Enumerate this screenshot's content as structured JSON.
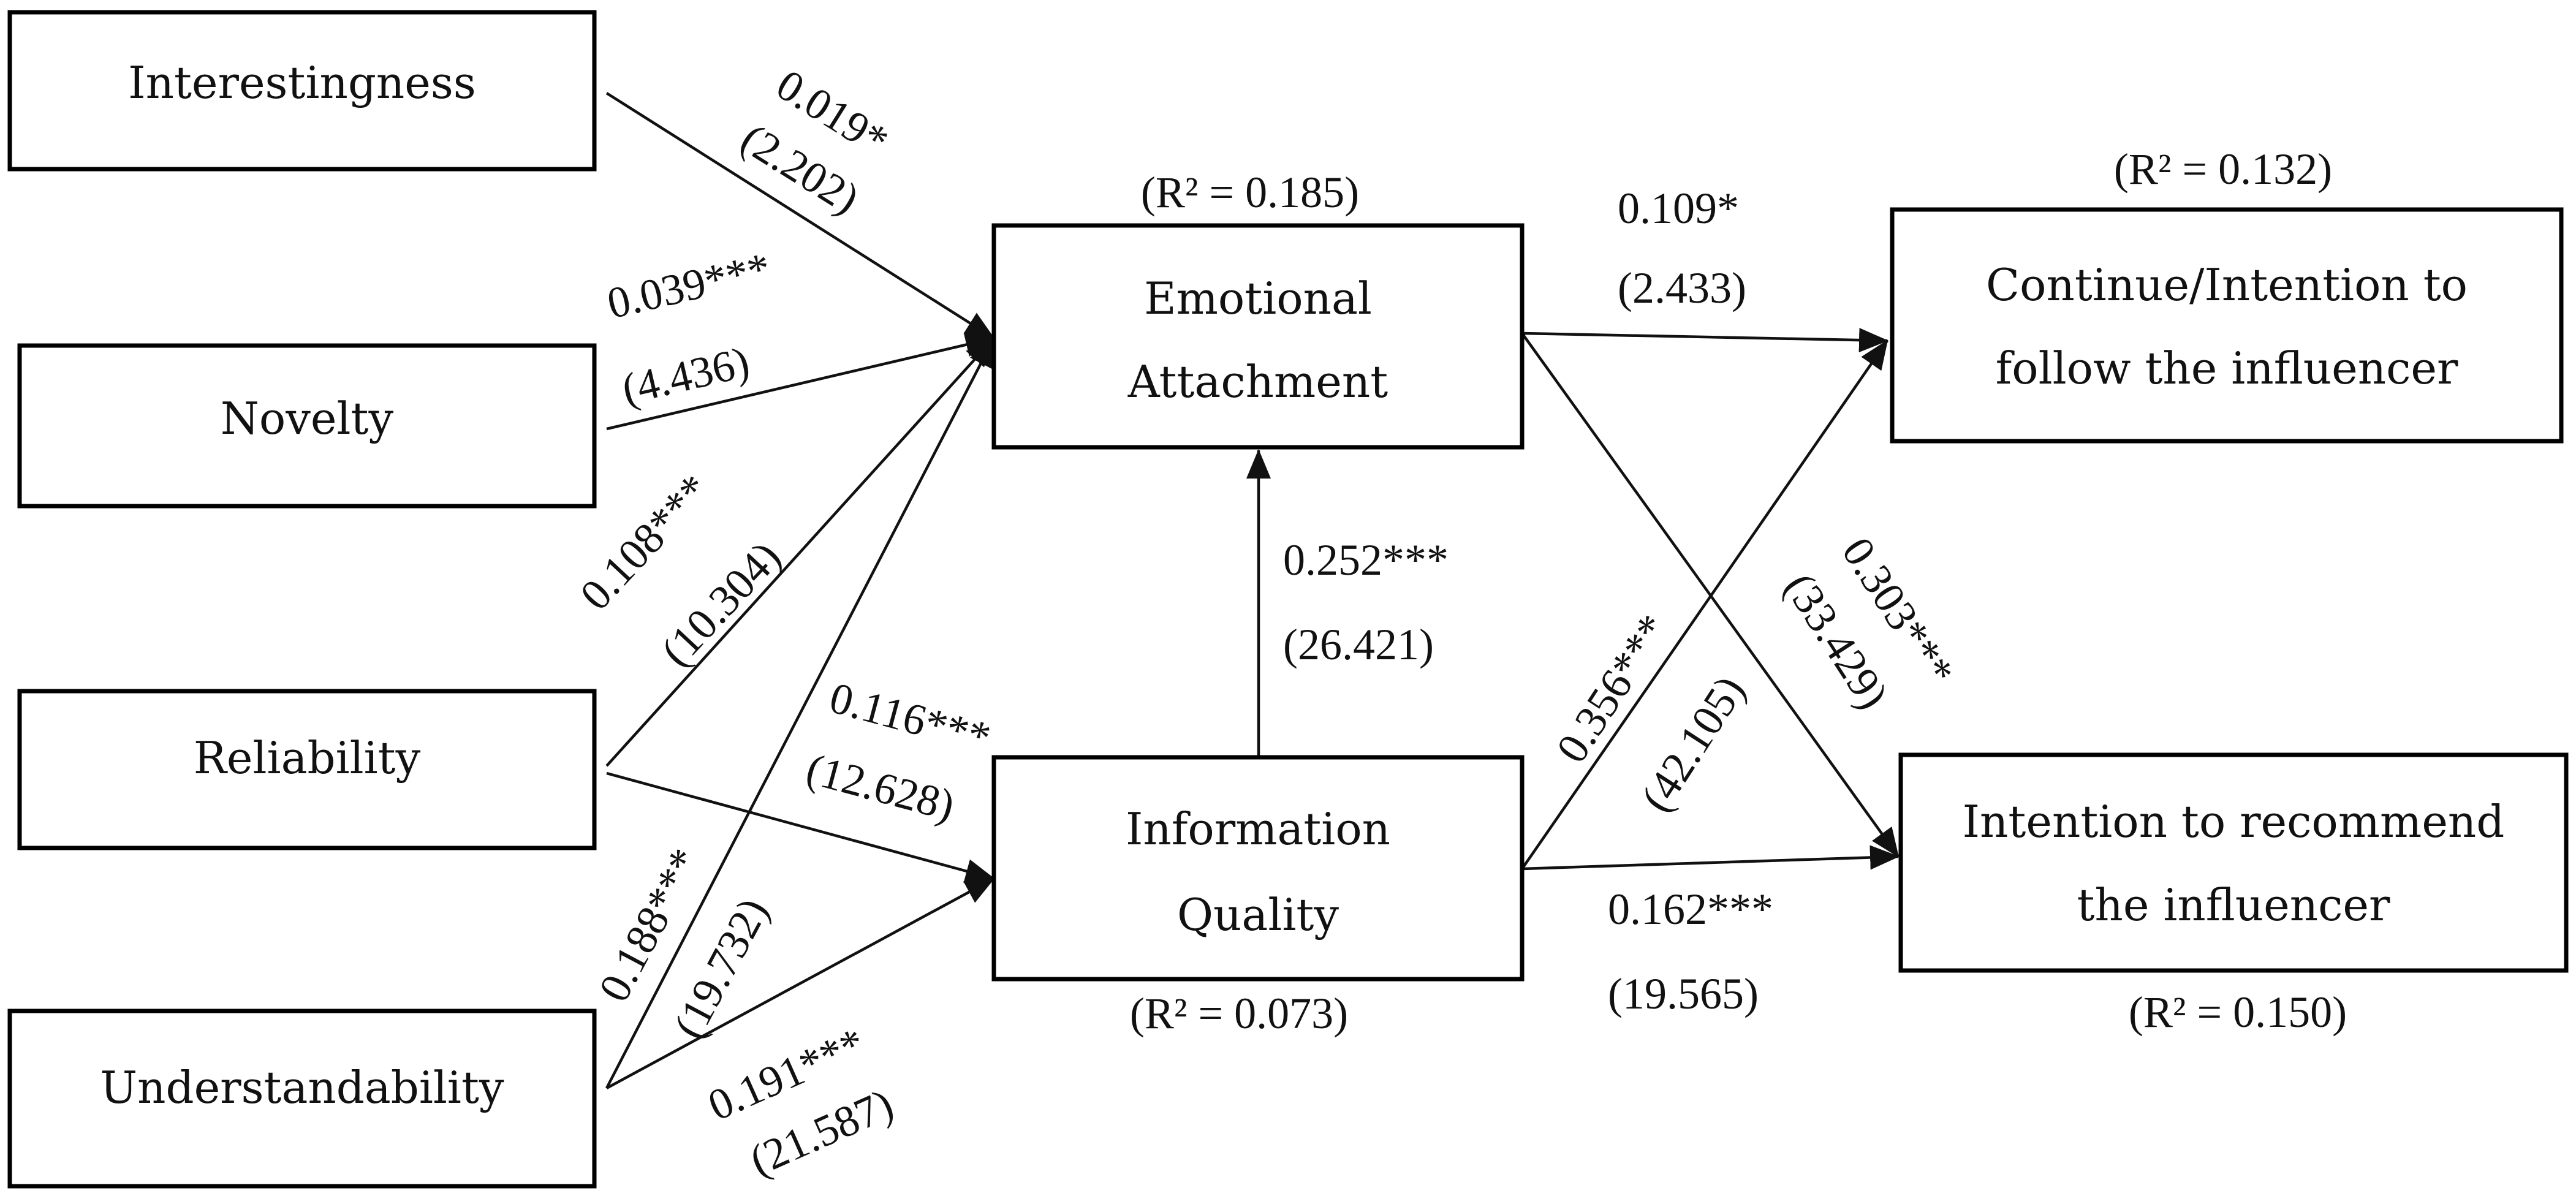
{
  "colors": {
    "line": "#111111",
    "box_border": "#000000",
    "background": "#ffffff"
  },
  "constructs": {
    "interestingness": "Interestingness",
    "novelty": "Novelty",
    "reliability": "Reliability",
    "understandability": "Understandability",
    "emotional_attachment": [
      "Emotional",
      "Attachment"
    ],
    "information_quality": [
      "Information",
      "Quality"
    ],
    "continue_intention": [
      "Continue/Intention to",
      "follow the influencer"
    ],
    "recommend_intention": [
      "Intention to recommend",
      "the influencer"
    ]
  },
  "r_squared": {
    "emotional_attachment": "(R² = 0.185)",
    "information_quality": "(R² = 0.073)",
    "continue_intention": "(R² = 0.132)",
    "recommend_intention": "(R² = 0.150)"
  },
  "paths": {
    "interestingness_to_ea": {
      "coef": "0.019*",
      "t": "(2.202)"
    },
    "novelty_to_ea": {
      "coef": "0.039***",
      "t": "(4.436)"
    },
    "reliability_to_ea": {
      "coef": "0.108***",
      "t": "(10.304)"
    },
    "reliability_to_iq": {
      "coef": "0.116***",
      "t": "(12.628)"
    },
    "understandability_to_ea": {
      "coef": "0.188***",
      "t": "(19.732)"
    },
    "understandability_to_iq": {
      "coef": "0.191***",
      "t": "(21.587)"
    },
    "iq_to_ea": {
      "coef": "0.252***",
      "t": "(26.421)"
    },
    "ea_to_continue": {
      "coef": "0.109*",
      "t": "(2.433)"
    },
    "iq_to_continue": {
      "coef": "0.356***",
      "t": "(42.105)"
    },
    "ea_to_recommend": {
      "coef": "0.303***",
      "t": "(33.429)"
    },
    "iq_to_recommend": {
      "coef": "0.162***",
      "t": "(19.565)"
    }
  }
}
